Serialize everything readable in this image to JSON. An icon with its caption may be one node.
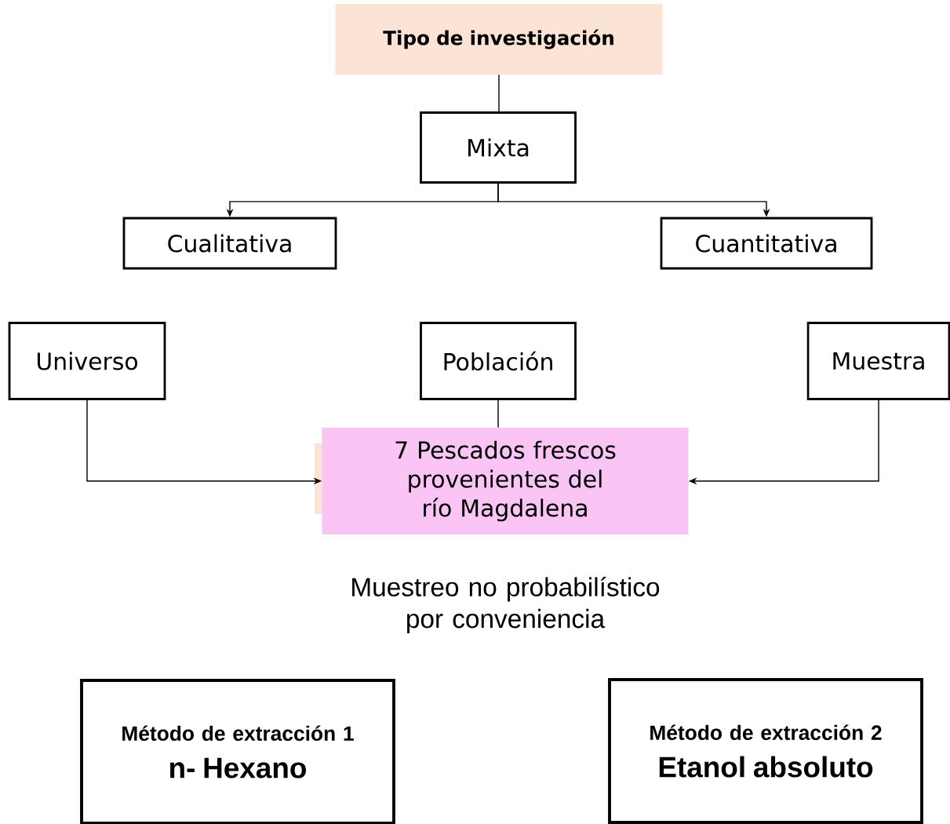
{
  "diagram": {
    "nodes": [
      {
        "text": [
          "Tipo de investigación"
        ]
      },
      {
        "text": [
          "Mixta"
        ]
      },
      {
        "text": [
          "Cualitativa"
        ]
      },
      {
        "text": [
          "Cuantitativa"
        ]
      },
      {
        "text": [
          "Universo"
        ]
      },
      {
        "text": [
          "Población"
        ]
      },
      {
        "text": [
          "Muestra"
        ]
      },
      {
        "text": [
          "7 Pescados frescos provenientes del río Magdalena"
        ]
      },
      {
        "text": [
          "Método de extracción 1",
          "n- Hexano"
        ]
      },
      {
        "text": [
          "Método de extracción 2",
          "Etanol absoluto"
        ]
      }
    ],
    "edges": [
      {
        "from": 0,
        "to": 1,
        "arrow": "none"
      },
      {
        "from": 1,
        "to": 2,
        "arrow": "to"
      },
      {
        "from": 1,
        "to": 3,
        "arrow": "to"
      },
      {
        "from": 4,
        "to": 7,
        "arrow": "to"
      },
      {
        "from": 5,
        "to": 7,
        "arrow": "none"
      },
      {
        "from": 6,
        "to": 7,
        "arrow": "to"
      }
    ],
    "labels": [
      "Muestreo no probabilístico por conveniencia"
    ]
  }
}
